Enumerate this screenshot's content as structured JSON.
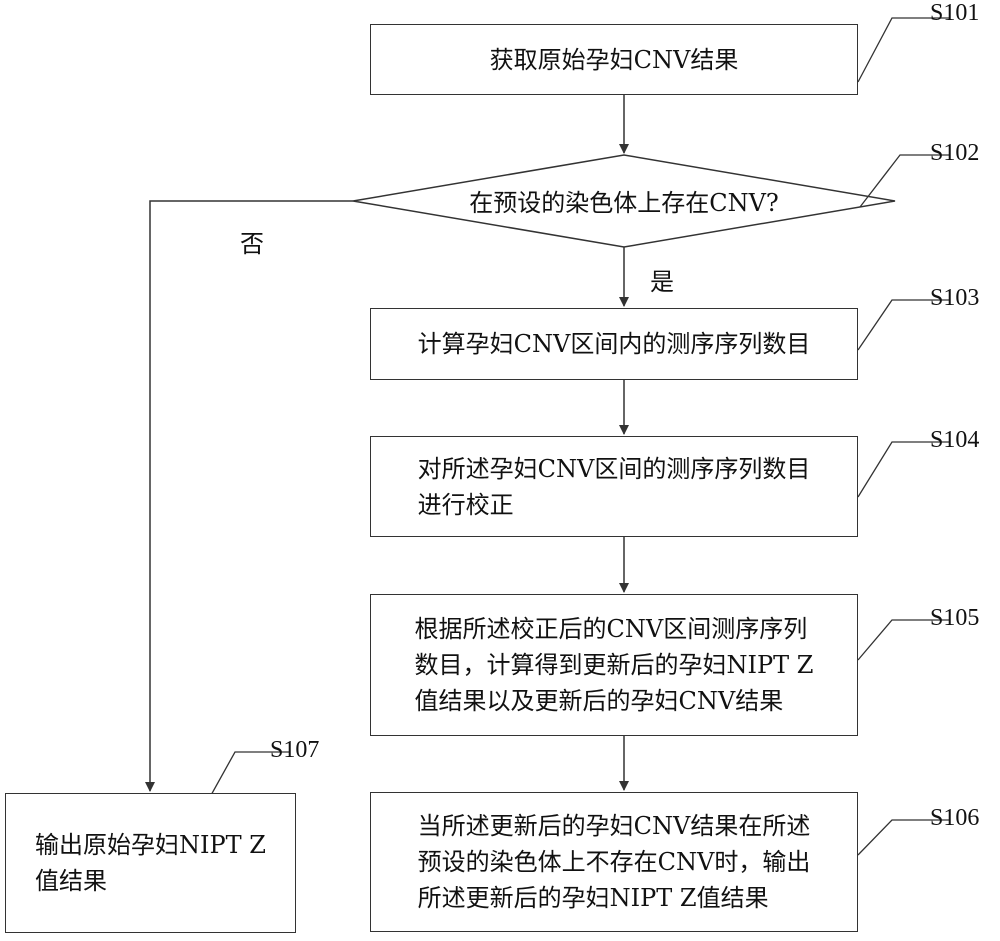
{
  "steps": {
    "s101": {
      "id": "S101",
      "lines": [
        "获取原始孕妇CNV结果"
      ]
    },
    "s102": {
      "id": "S102",
      "text": "在预设的染色体上存在CNV?"
    },
    "s103": {
      "id": "S103",
      "lines": [
        "计算孕妇CNV区间内的测序序列数目"
      ]
    },
    "s104": {
      "id": "S104",
      "lines": [
        "对所述孕妇CNV区间的测序序列数目",
        "进行校正"
      ]
    },
    "s105": {
      "id": "S105",
      "lines": [
        "根据所述校正后的CNV区间测序序列",
        "数目，计算得到更新后的孕妇NIPT Z",
        "值结果以及更新后的孕妇CNV结果"
      ]
    },
    "s106": {
      "id": "S106",
      "lines": [
        "当所述更新后的孕妇CNV结果在所述",
        "预设的染色体上不存在CNV时，输出",
        "所述更新后的孕妇NIPT Z值结果"
      ]
    },
    "s107": {
      "id": "S107",
      "lines": [
        "输出原始孕妇NIPT Z",
        "值结果"
      ]
    }
  },
  "branches": {
    "yes": "是",
    "no": "否"
  },
  "colors": {
    "stroke": "#333333",
    "text": "#111111",
    "background": "#ffffff"
  }
}
